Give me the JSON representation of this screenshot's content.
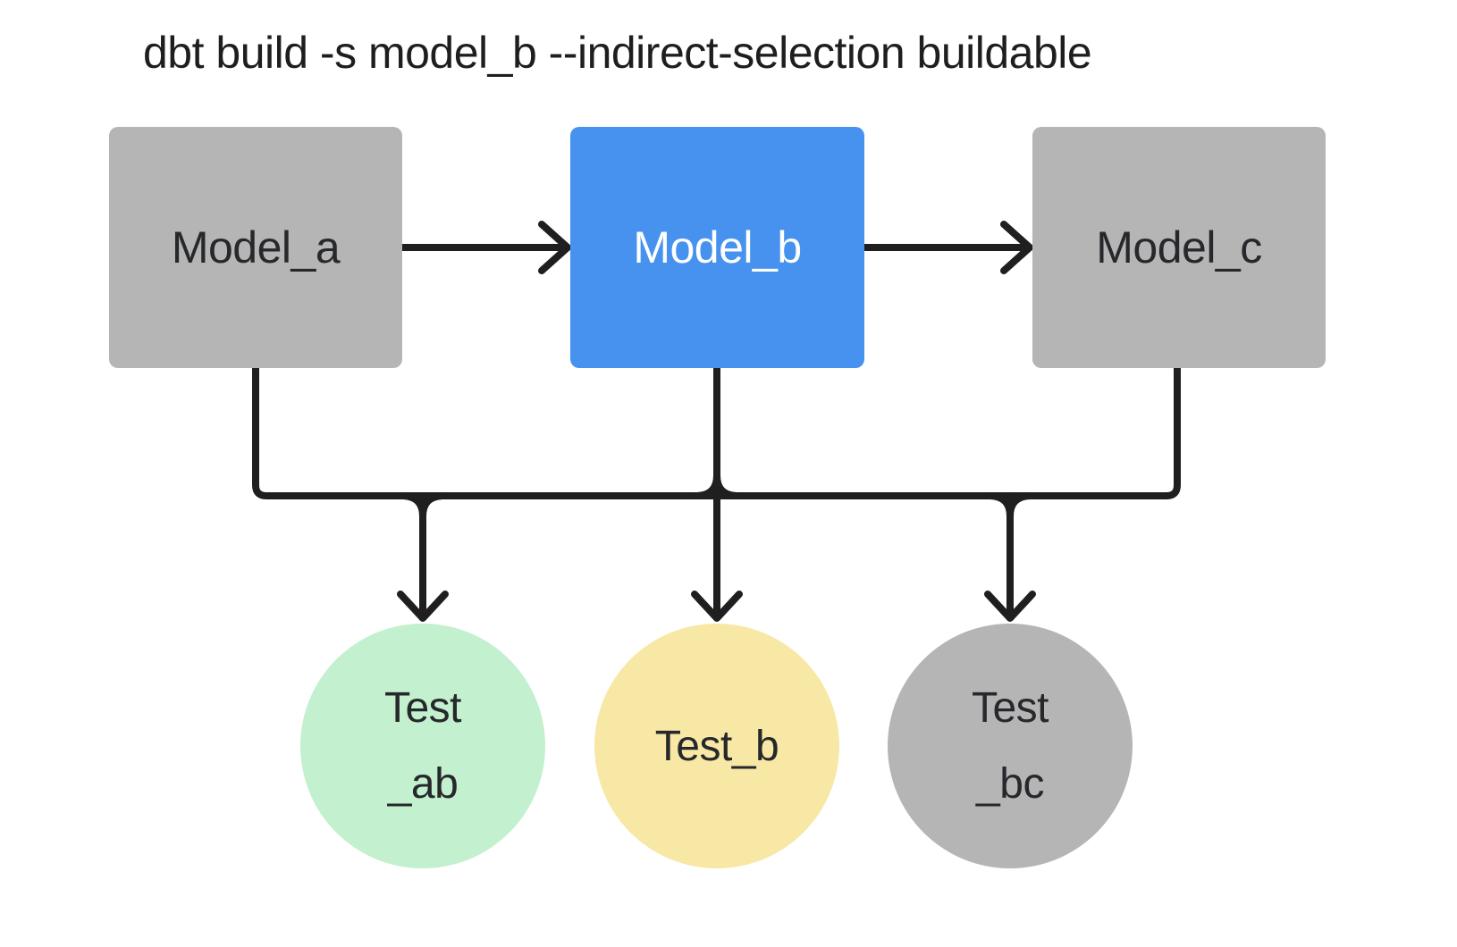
{
  "title": "dbt build -s model_b --indirect-selection buildable",
  "nodes": {
    "model_a": {
      "label": "Model_a",
      "type": "model",
      "state": "unselected"
    },
    "model_b": {
      "label": "Model_b",
      "type": "model",
      "state": "selected"
    },
    "model_c": {
      "label": "Model_c",
      "type": "model",
      "state": "unselected"
    },
    "test_ab": {
      "label_line1": "Test",
      "label_line2": "_ab",
      "type": "test",
      "state": "included"
    },
    "test_b": {
      "label": "Test_b",
      "type": "test",
      "state": "selected"
    },
    "test_bc": {
      "label_line1": "Test",
      "label_line2": "_bc",
      "type": "test",
      "state": "excluded"
    }
  },
  "edges": [
    "model_a -> model_b",
    "model_b -> model_c",
    "model_a -> test_ab",
    "model_b -> test_ab",
    "model_b -> test_b",
    "model_b -> test_bc",
    "model_c -> test_bc"
  ],
  "colors": {
    "background": "#ffffff",
    "model_gray": "#b5b5b5",
    "model_selected_blue": "#4792ee",
    "test_green": "#c3f0ce",
    "test_yellow": "#f8e8a5",
    "test_gray": "#b5b5b5",
    "edge_dark": "#1f1f1f",
    "text_dark": "#26282b",
    "text_light": "#ffffff",
    "title_dark": "#1e1e1e"
  }
}
